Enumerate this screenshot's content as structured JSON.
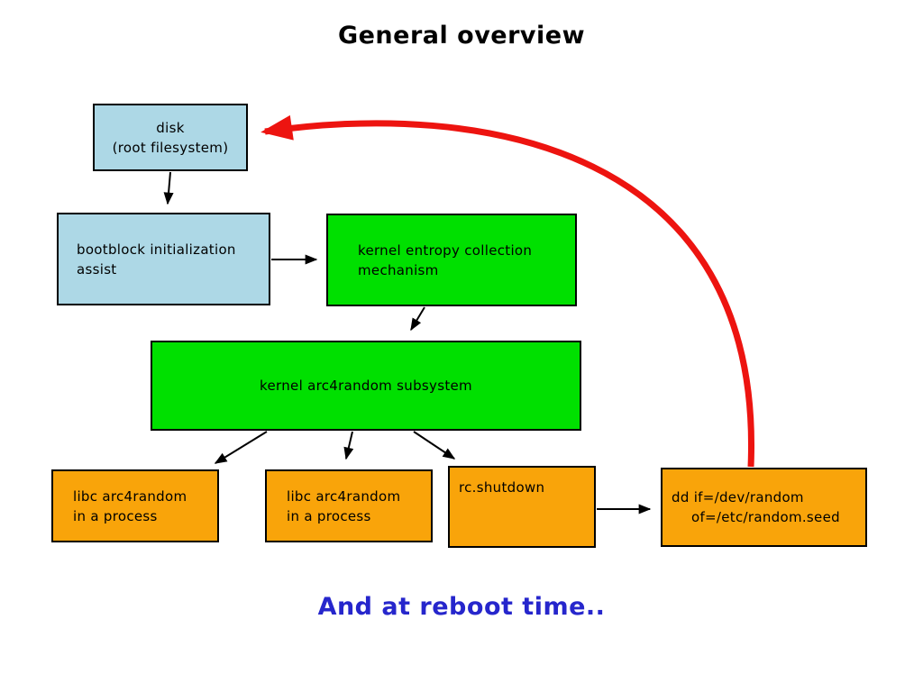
{
  "title": "General overview",
  "caption": "And at reboot time..",
  "colors": {
    "box_blue": "#ADD8E6",
    "box_green": "#00E000",
    "box_orange": "#F9A40A",
    "arrow_red": "#ED1410",
    "caption_blue": "#2626CC"
  },
  "nodes": {
    "disk": {
      "lines": [
        "disk",
        "(root filesystem)"
      ]
    },
    "bootblock": {
      "lines": [
        "bootblock initialization",
        "assist"
      ]
    },
    "entropy": {
      "lines": [
        "kernel entropy collection",
        "mechanism"
      ]
    },
    "arc4": {
      "lines": [
        "kernel arc4random subsystem"
      ]
    },
    "libc1": {
      "lines": [
        "libc arc4random",
        "in a process"
      ]
    },
    "libc2": {
      "lines": [
        "libc arc4random",
        "in a process"
      ]
    },
    "rcshutdown": {
      "lines": [
        "rc.shutdown"
      ]
    },
    "dd": {
      "lines": [
        "dd if=/dev/random",
        "of=/etc/random.seed"
      ]
    }
  }
}
